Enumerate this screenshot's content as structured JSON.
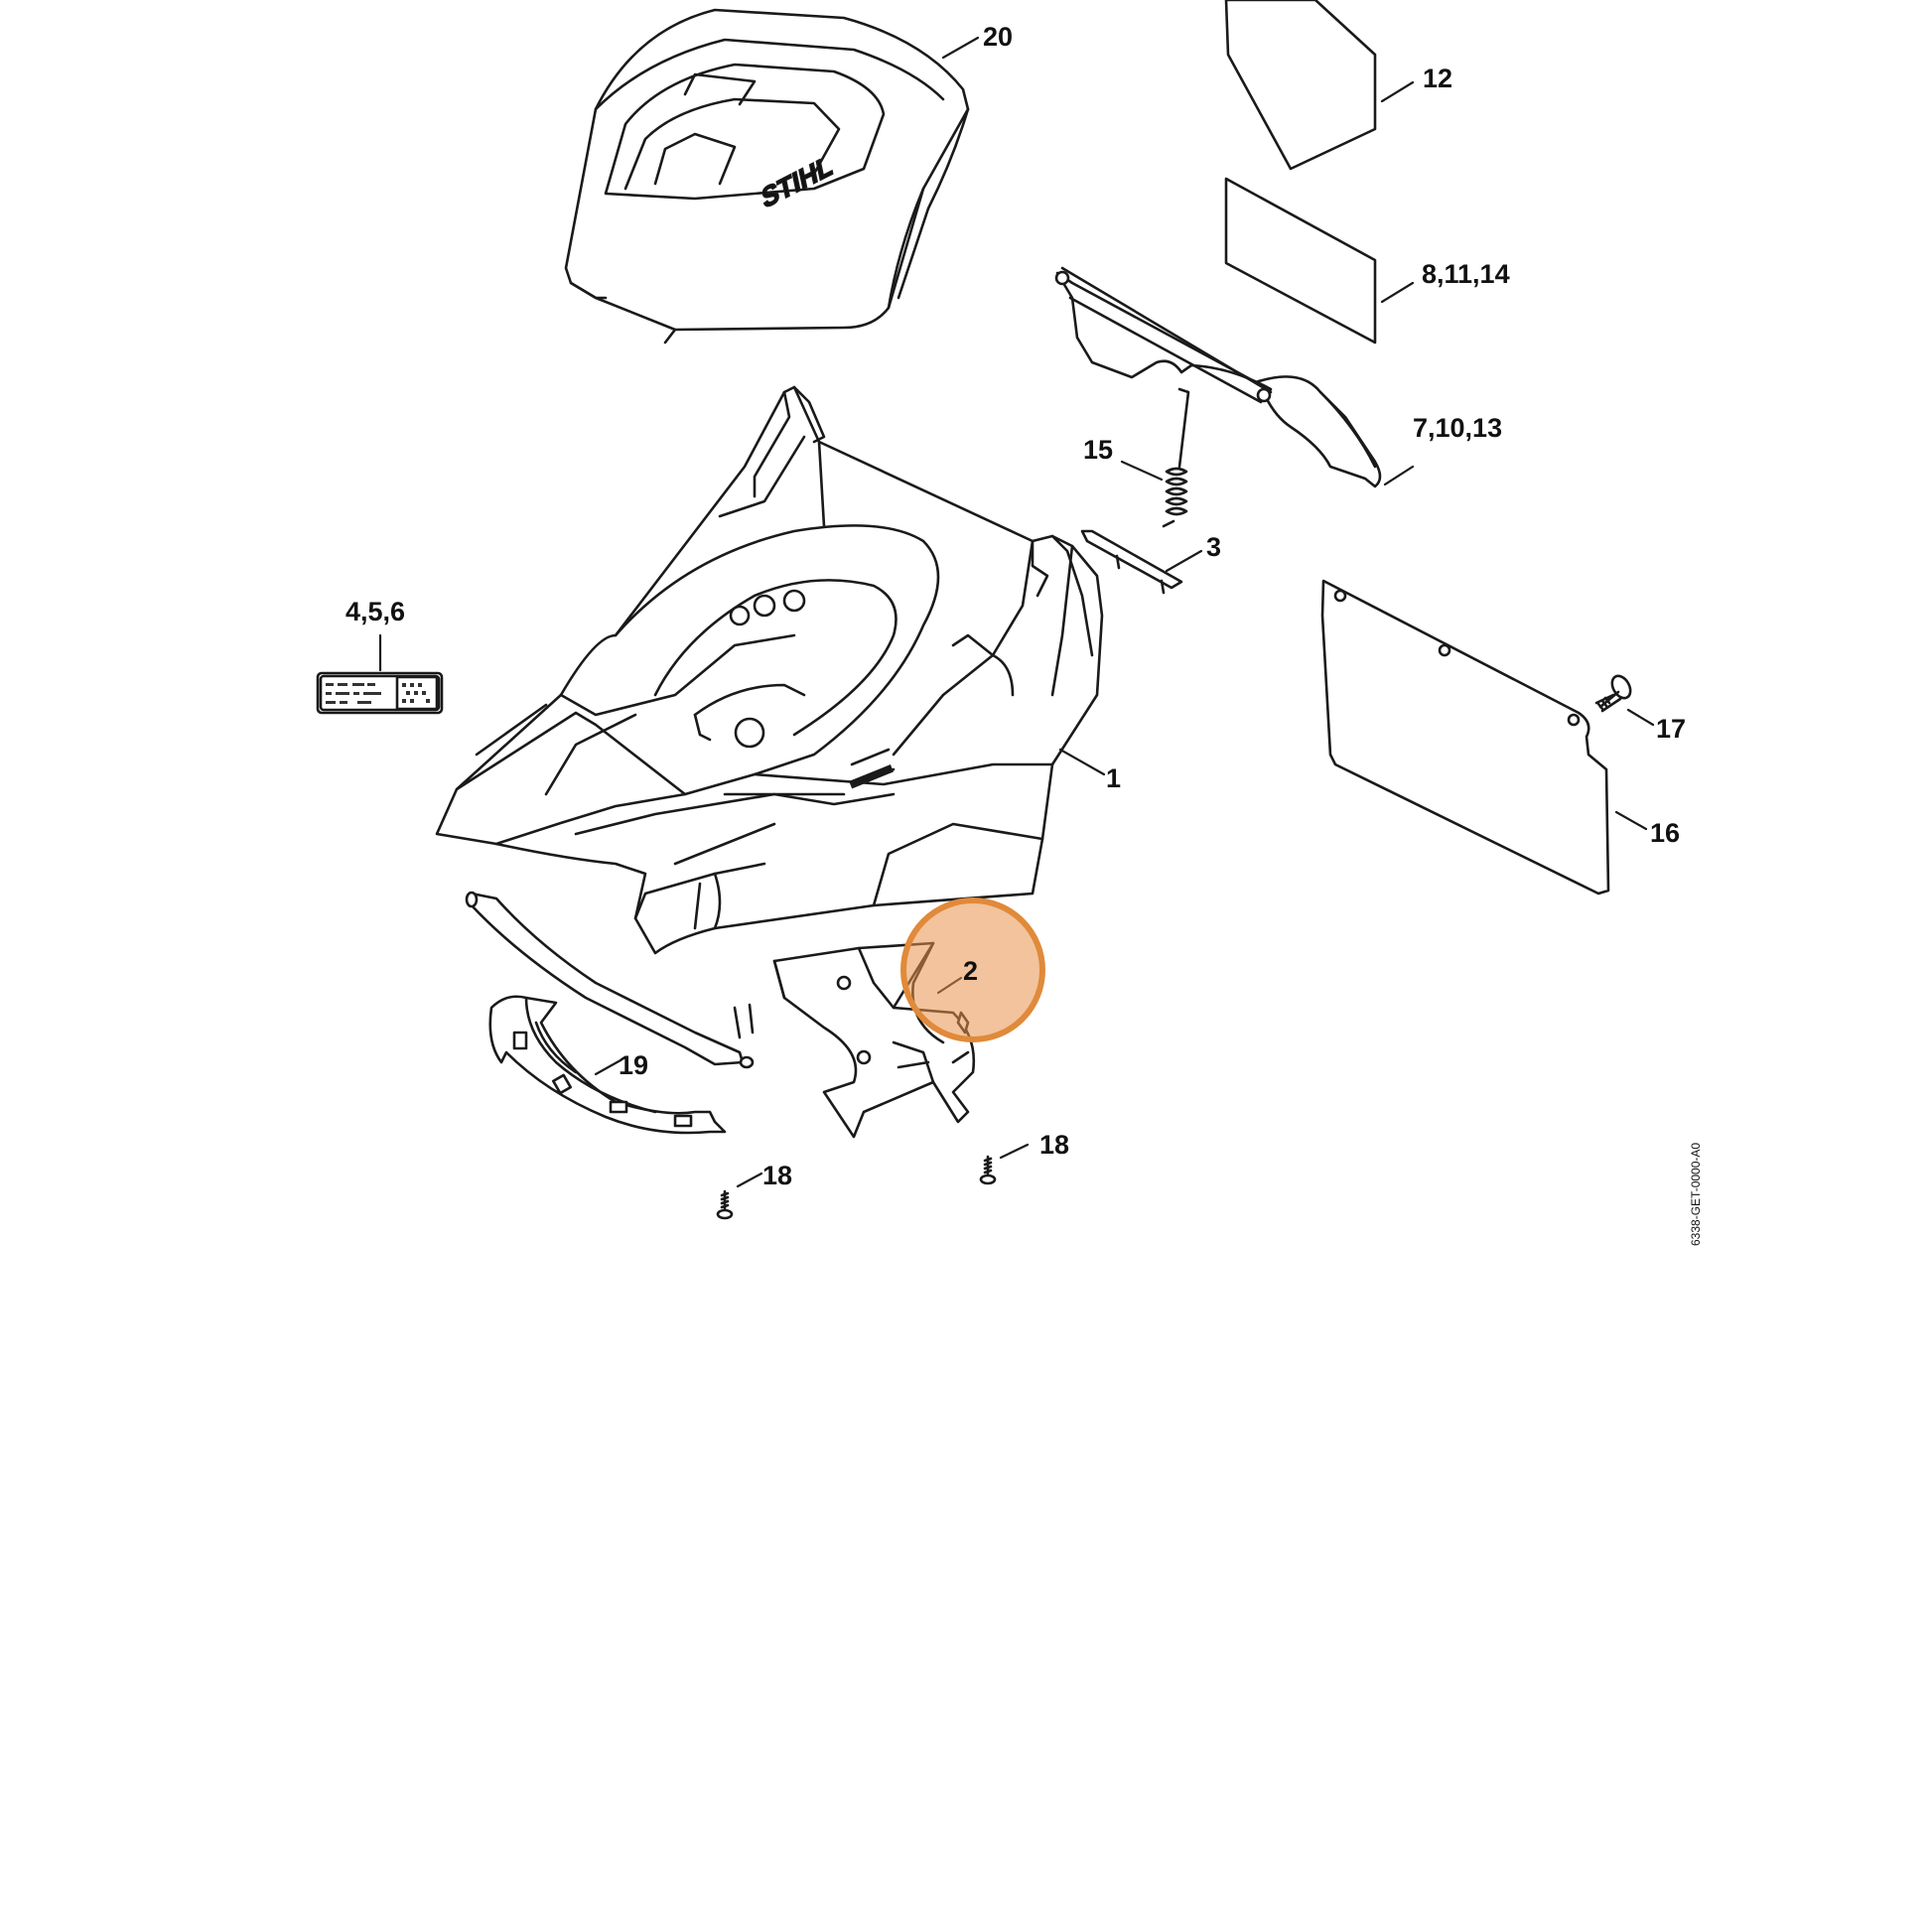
{
  "diagram": {
    "brand_logo": "STIHL",
    "document_id": "6338-GET-0000-A0",
    "highlight_color": "#e8914a",
    "callouts": {
      "c20": "20",
      "c12": "12",
      "c8_11_14": "8,11,14",
      "c7_10_13": "7,10,13",
      "c15": "15",
      "c3": "3",
      "c4_5_6": "4,5,6",
      "c1": "1",
      "c17": "17",
      "c16": "16",
      "c2": "2",
      "c19": "19",
      "c18a": "18",
      "c18b": "18"
    },
    "highlighted_callout": "2"
  }
}
